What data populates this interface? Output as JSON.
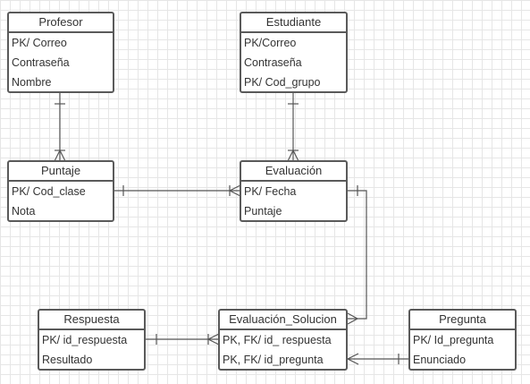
{
  "entities": {
    "profesor": {
      "title": "Profesor",
      "fields": [
        "PK/ Correo",
        "Contraseña",
        "Nombre"
      ]
    },
    "estudiante": {
      "title": "Estudiante",
      "fields": [
        "PK/Correo",
        "Contraseña",
        "PK/ Cod_grupo"
      ]
    },
    "puntaje": {
      "title": "Puntaje",
      "fields": [
        "PK/ Cod_clase",
        "Nota"
      ]
    },
    "evaluacion": {
      "title": "Evaluación",
      "fields": [
        "PK/ Fecha",
        "Puntaje"
      ]
    },
    "respuesta": {
      "title": "Respuesta",
      "fields": [
        "PK/ id_respuesta",
        "Resultado"
      ]
    },
    "evaluacion_solucion": {
      "title": "Evaluación_Solucion",
      "fields": [
        "PK, FK/ id_ respuesta",
        "PK, FK/ id_pregunta"
      ]
    },
    "pregunta": {
      "title": "Pregunta",
      "fields": [
        "PK/ Id_pregunta",
        "Enunciado"
      ]
    }
  },
  "colors": {
    "border": "#5a5a5a",
    "line": "#555555",
    "grid": "#e6e6e6"
  }
}
